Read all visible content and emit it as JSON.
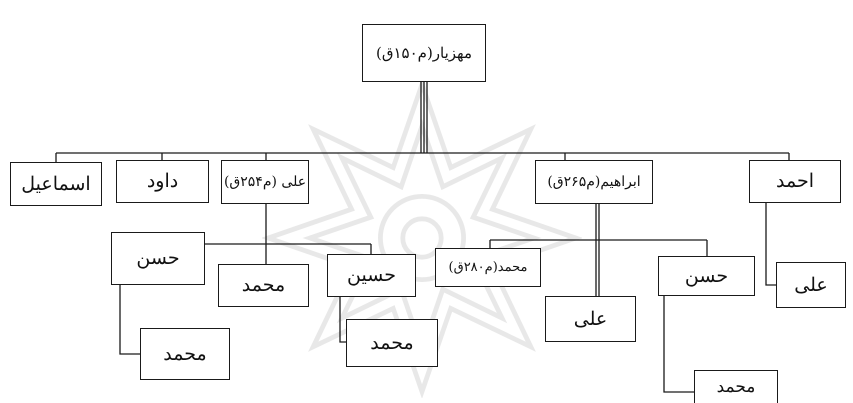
{
  "tree": {
    "root": "مهزیار(م۱۵۰ق)",
    "ismail": "اسماعیل",
    "davud": "داود",
    "ali_254": "علی (م۲۵۴ق)",
    "ibrahim_265": "ابراهیم(م۲۶۵ق)",
    "ahmad": "احمد",
    "hasan_a": "حسن",
    "mohammad_a": "محمد",
    "mohammad_b": "محمد",
    "hosein": "حسین",
    "mohammad_c": "محمد",
    "mohammad_280": "محمد(م۲۸۰ق)",
    "ali_b": "علی",
    "hasan_b": "حسن",
    "mohammad_d": "محمد",
    "ali_c": "علی"
  }
}
